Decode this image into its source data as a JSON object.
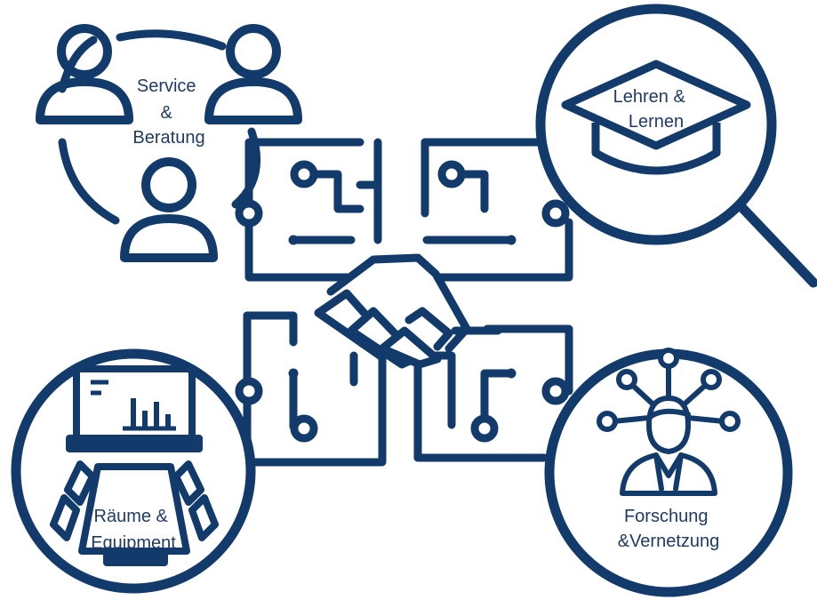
{
  "colors": {
    "stroke": "#123b6b",
    "background": "#ffffff",
    "text": "#1f3b64"
  },
  "nodes": {
    "service": {
      "line1": "Service",
      "line2": "&",
      "line3": "Beratung",
      "icon": "people-group-icon"
    },
    "teaching": {
      "line1": "Lehren &",
      "line2": "Lernen",
      "icon": "graduation-cap-icon"
    },
    "rooms": {
      "line1": "Räume &",
      "line2": "Equipment",
      "icon": "classroom-screen-icon"
    },
    "research": {
      "line1": "Forschung",
      "line2": "&Vernetzung",
      "icon": "researcher-network-icon"
    }
  },
  "center": {
    "icon": "handshake-circuit-icon"
  }
}
